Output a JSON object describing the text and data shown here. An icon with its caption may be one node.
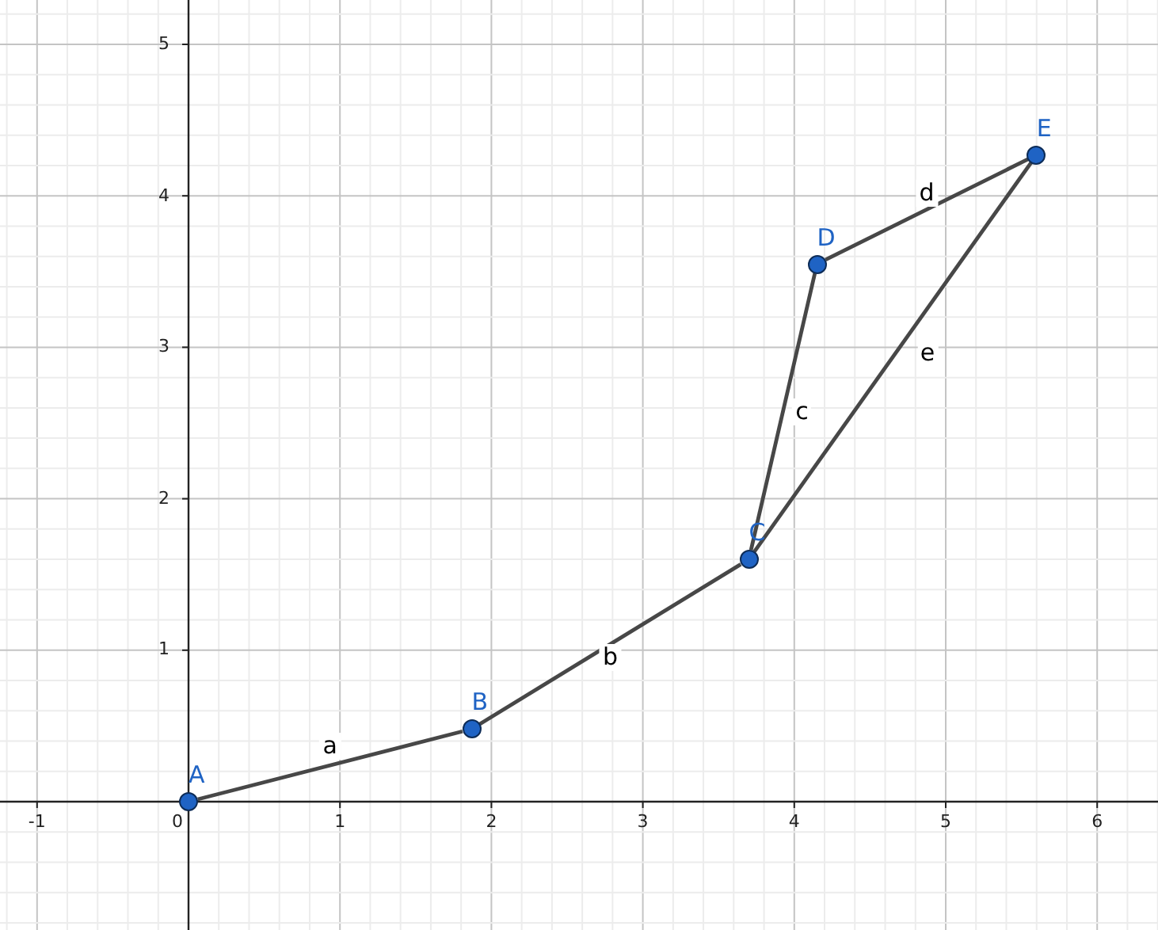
{
  "diagram": {
    "nodes": [
      {
        "text": [
          "A"
        ]
      },
      {
        "text": [
          "B"
        ]
      },
      {
        "text": [
          "C"
        ]
      },
      {
        "text": [
          "D"
        ]
      },
      {
        "text": [
          "E"
        ]
      }
    ],
    "edges": [
      {
        "from": 0,
        "to": 1,
        "arrow": "none",
        "label": "a"
      },
      {
        "from": 1,
        "to": 2,
        "arrow": "none",
        "label": "b"
      },
      {
        "from": 2,
        "to": 3,
        "arrow": "none",
        "label": "c"
      },
      {
        "from": 3,
        "to": 4,
        "arrow": "none",
        "label": "d"
      },
      {
        "from": 2,
        "to": 4,
        "arrow": "none",
        "label": "e"
      }
    ],
    "labels": [
      "5",
      "4",
      "3",
      "2",
      "1",
      "-1",
      "0",
      "1",
      "2",
      "3",
      "4",
      "5",
      "6"
    ]
  }
}
